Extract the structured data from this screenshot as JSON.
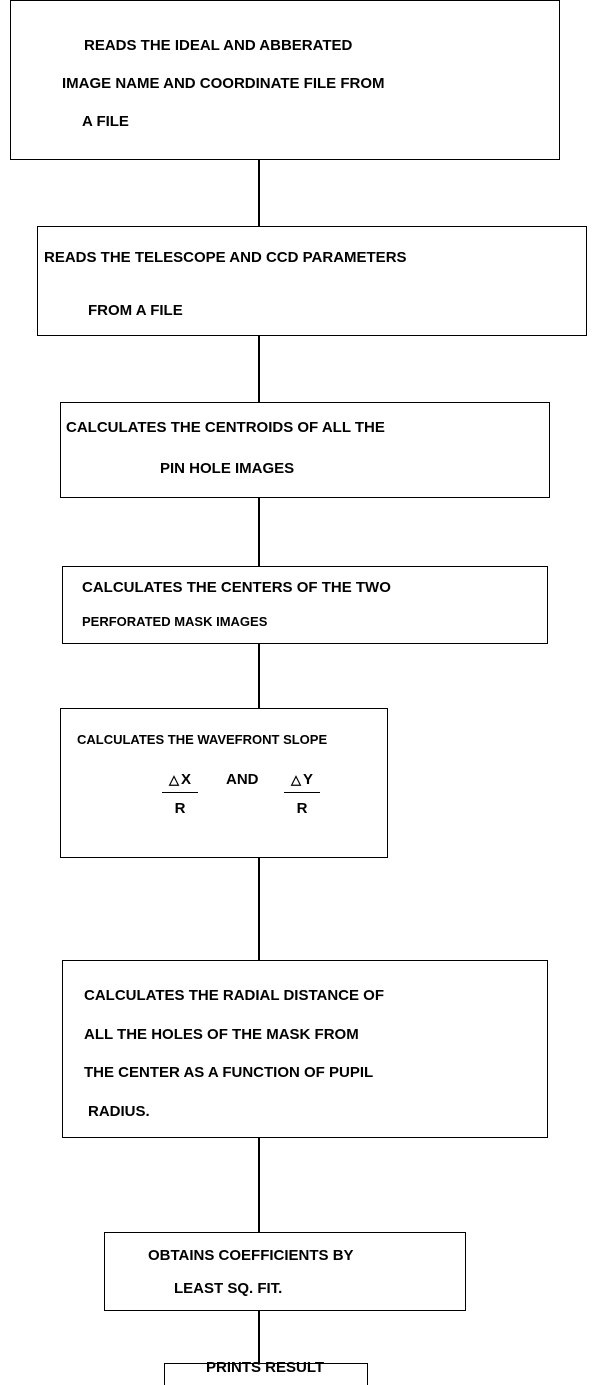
{
  "steps": [
    {
      "lines": [
        "READS THE IDEAL AND ABBERATED",
        "IMAGE NAME AND COORDINATE FILE FROM",
        "A FILE"
      ]
    },
    {
      "lines": [
        "READS THE TELESCOPE AND CCD PARAMETERS",
        "FROM A FILE"
      ]
    },
    {
      "lines": [
        "CALCULATES  THE CENTROIDS OF ALL THE",
        "PIN  HOLE  IMAGES"
      ]
    },
    {
      "lines": [
        "CALCULATES THE CENTERS OF THE TWO",
        "PERFORATED  MASK IMAGES"
      ]
    },
    {
      "lines": [
        "CALCULATES  THE  WAVEFRONT  SLOPE"
      ],
      "frac1": {
        "symbol": "△",
        "num": "X",
        "den": "R"
      },
      "conj": "AND",
      "frac2": {
        "symbol": "△",
        "num": "Y",
        "den": "R"
      }
    },
    {
      "lines": [
        "CALCULATES THE RADIAL DISTANCE OF",
        "ALL THE HOLES OF THE MASK FROM",
        "THE CENTER AS A FUNCTION OF PUPIL",
        "RADIUS."
      ]
    },
    {
      "lines": [
        "OBTAINS  COEFFICIENTS  BY",
        "LEAST  SQ.  FIT."
      ]
    },
    {
      "lines": [
        "PRINTS RESULT"
      ]
    }
  ]
}
